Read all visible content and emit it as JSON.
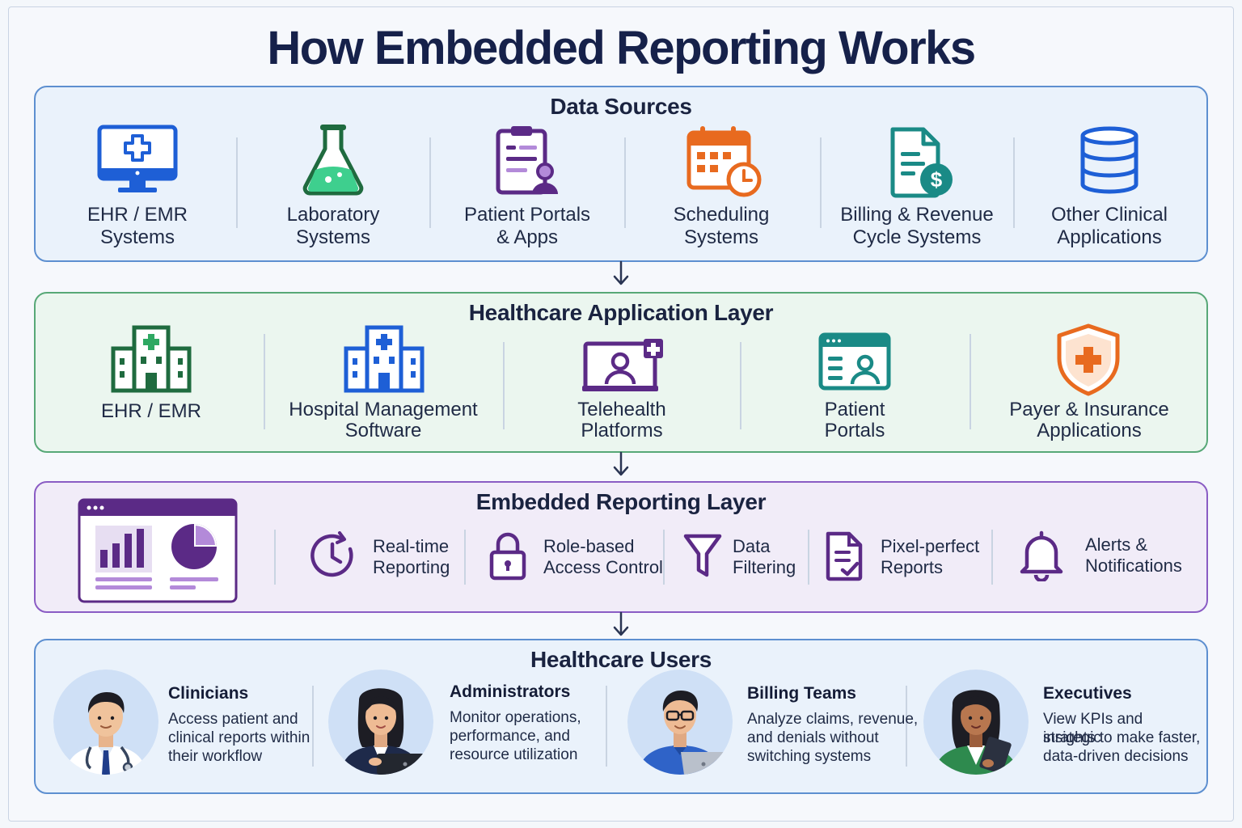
{
  "title": "How Embedded Reporting Works",
  "colors": {
    "blue": "#1e5fd6",
    "green": "#1f6b3f",
    "teal": "#1a8a86",
    "purple": "#5b2a86",
    "orange": "#e86a1f"
  },
  "data_sources": {
    "title": "Data Sources",
    "items": [
      {
        "line1": "EHR / EMR",
        "line2": "Systems",
        "icon": "monitor-medical-icon"
      },
      {
        "line1": "Laboratory",
        "line2": "Systems",
        "icon": "flask-icon"
      },
      {
        "line1": "Patient Portals",
        "line2": "& Apps",
        "icon": "clipboard-user-icon"
      },
      {
        "line1": "Scheduling",
        "line2": "Systems",
        "icon": "calendar-clock-icon"
      },
      {
        "line1": "Billing & Revenue",
        "line2": "Cycle Systems",
        "icon": "document-dollar-icon"
      },
      {
        "line1": "Other Clinical",
        "line2": "Applications",
        "icon": "database-icon"
      }
    ]
  },
  "application_layer": {
    "title": "Healthcare Application Layer",
    "items": [
      {
        "line1": "EHR / EMR",
        "line2": "",
        "icon": "clinic-building-icon"
      },
      {
        "line1": "Hospital Management",
        "line2": "Software",
        "icon": "hospital-building-icon"
      },
      {
        "line1": "Telehealth",
        "line2": "Platforms",
        "icon": "telehealth-screen-icon"
      },
      {
        "line1": "Patient",
        "line2": "Portals",
        "icon": "portal-window-icon"
      },
      {
        "line1": "Payer & Insurance",
        "line2": "Applications",
        "icon": "shield-plus-icon"
      }
    ]
  },
  "embedded_layer": {
    "title": "Embedded Reporting Layer",
    "dashboard_icon": "dashboard-icon",
    "features": [
      {
        "line1": "Real-time",
        "line2": "Reporting",
        "icon": "clock-icon"
      },
      {
        "line1": "Role-based",
        "line2": "Access Control",
        "icon": "lock-icon"
      },
      {
        "line1": "Data",
        "line2": "Filtering",
        "icon": "filter-icon"
      },
      {
        "line1": "Pixel-perfect",
        "line2": "Reports",
        "icon": "document-check-icon"
      },
      {
        "line1": "Alerts &",
        "line2": "Notifications",
        "icon": "bell-icon"
      }
    ]
  },
  "users": {
    "title": "Healthcare Users",
    "items": [
      {
        "name": "Clinicians",
        "l1": "Access patient and",
        "l2": "clinical reports within",
        "l3": "their workflow",
        "icon": "doctor-avatar"
      },
      {
        "name": "Administrators",
        "l1": "Monitor operations,",
        "l2": "performance, and",
        "l3": "resource utilization",
        "icon": "administrator-avatar"
      },
      {
        "name": "Billing Teams",
        "l1": "Analyze claims, revenue,",
        "l2": "and denials without",
        "l3": "switching systems",
        "icon": "billing-avatar"
      },
      {
        "name": "Executives",
        "l1": "View KPIs and strategic",
        "l2": "insights to make faster,",
        "l3": "data-driven decisions",
        "icon": "executive-avatar"
      }
    ]
  }
}
